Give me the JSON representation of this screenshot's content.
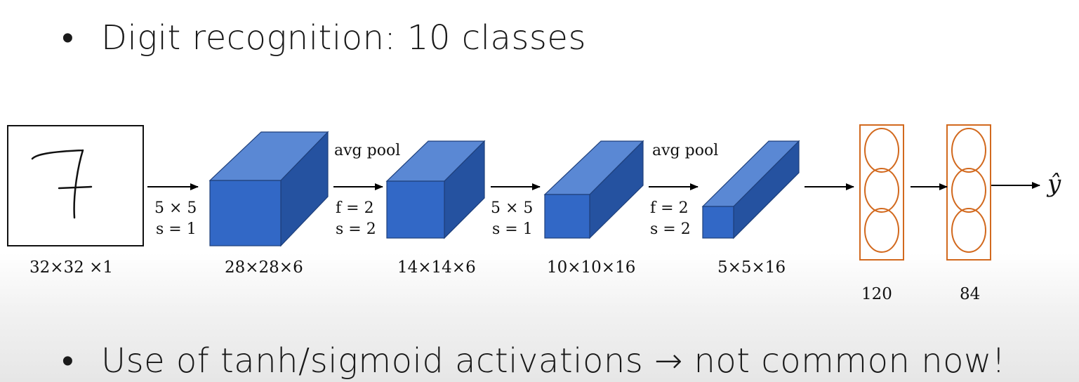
{
  "bullets": {
    "top": {
      "marker": "•",
      "text": "Digit recognition: 10 classes"
    },
    "bottom": {
      "marker": "•",
      "text": "Use of tanh/sigmoid activations → not common now!"
    }
  },
  "input": {
    "glyph": "7",
    "size_label": "32×32 ×1"
  },
  "ops": [
    {
      "line1": "5 × 5",
      "line2": "s = 1"
    },
    {
      "top": "avg pool",
      "line1": "f = 2",
      "line2": "s = 2"
    },
    {
      "line1": "5 × 5",
      "line2": "s = 1"
    },
    {
      "top": "avg pool",
      "line1": "f = 2",
      "line2": "s = 2"
    }
  ],
  "volumes": [
    {
      "label": "28×28×6"
    },
    {
      "label": "14×14×6"
    },
    {
      "label": "10×10×16"
    },
    {
      "label": "5×5×16"
    }
  ],
  "fc_layers": [
    {
      "label": "120"
    },
    {
      "label": "84"
    }
  ],
  "output": {
    "label": "ŷ"
  },
  "colors": {
    "cube_front": "#3268c6",
    "cube_top": "#5a88d4",
    "cube_side": "#2552a0",
    "cube_edge": "#1e3f7a",
    "neuron": "#d2691e",
    "arrow": "#000000"
  }
}
